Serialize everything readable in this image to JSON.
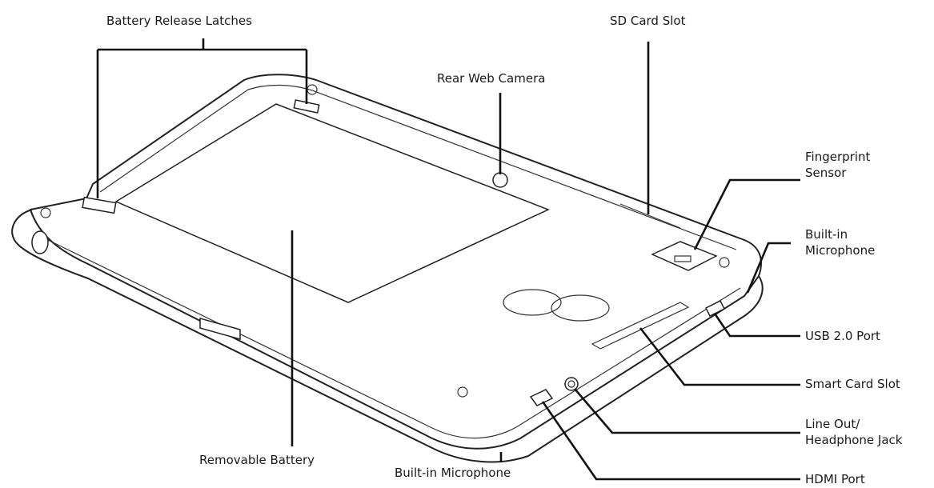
{
  "labels": {
    "battery_release_latches": "Battery Release Latches",
    "sd_card_slot": "SD Card Slot",
    "rear_web_camera": "Rear Web Camera",
    "fingerprint_sensor_1": "Fingerprint",
    "fingerprint_sensor_2": "Sensor",
    "builtin_microphone_right_1": "Built-in",
    "builtin_microphone_right_2": "Microphone",
    "usb_port": "USB 2.0 Port",
    "smart_card_slot": "Smart Card Slot",
    "line_out_1": "Line Out/",
    "line_out_2": "Headphone Jack",
    "hdmi_port": "HDMI Port",
    "removable_battery": "Removable Battery",
    "builtin_microphone_bottom": "Built-in Microphone"
  }
}
